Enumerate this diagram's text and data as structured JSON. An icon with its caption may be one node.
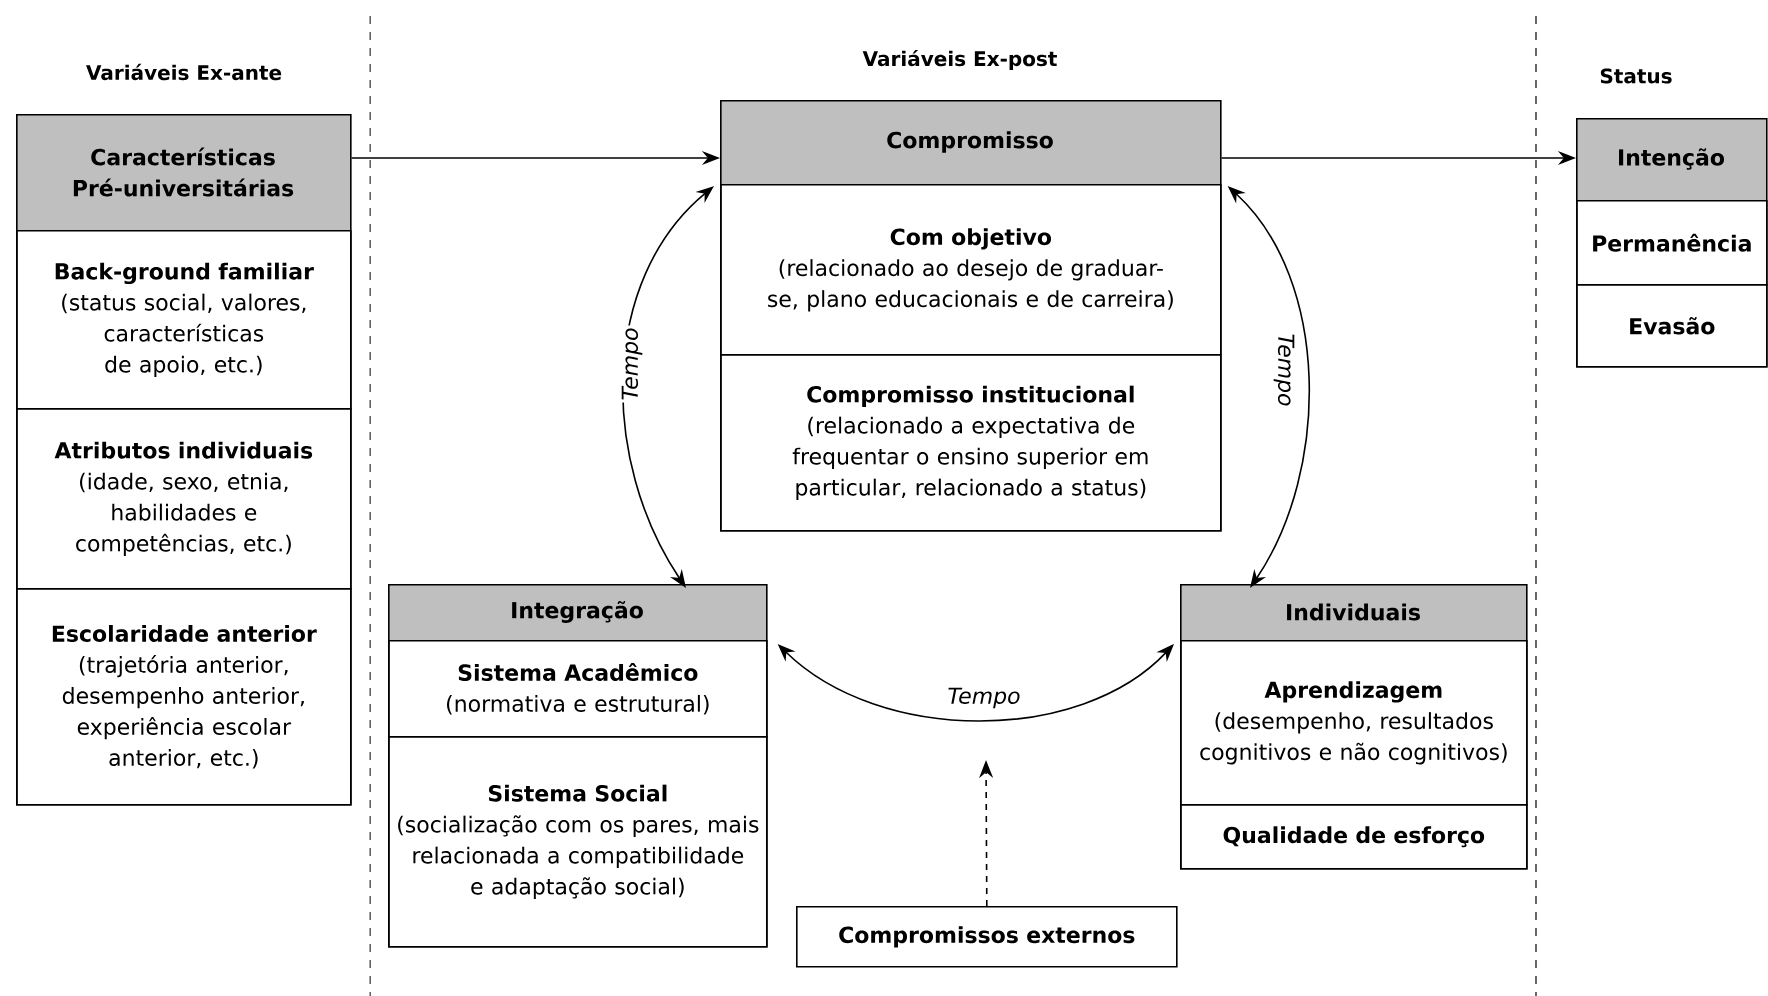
{
  "diagram": {
    "nodes": [
      {
        "text": [
          "Características Pré-universitárias"
        ]
      },
      {
        "text": [
          "Back-ground familiar",
          "(status social, valores, características de apoio, etc.)"
        ],
        "in": 0
      },
      {
        "text": [
          "Atributos individuais",
          "(idade, sexo, etnia, habilidades e competências, etc.)"
        ],
        "in": 0
      },
      {
        "text": [
          "Escolaridade anterior",
          "(trajetória anterior, desempenho anterior, experiência escolar anterior, etc.)"
        ],
        "in": 0
      },
      {
        "text": [
          "Compromisso"
        ]
      },
      {
        "text": [
          "Com objetivo",
          "(relacionado ao desejo de graduar-se, plano educacionais e de carreira)"
        ],
        "in": 4
      },
      {
        "text": [
          "Compromisso institucional",
          "(relacionado a expectativa de frequentar o ensino superior em particular, relacionado a status)"
        ],
        "in": 4
      },
      {
        "text": [
          "Intenção"
        ]
      },
      {
        "text": [
          "Permanência"
        ],
        "in": 7
      },
      {
        "text": [
          "Evasão"
        ],
        "in": 7
      },
      {
        "text": [
          "Integração"
        ]
      },
      {
        "text": [
          "Sistema Acadêmico",
          "(normativa e estrutural)"
        ],
        "in": 10
      },
      {
        "text": [
          "Sistema Social",
          "(socialização com os pares, mais relacionada a compatibilidade e adaptação social)"
        ],
        "in": 10
      },
      {
        "text": [
          "Individuais"
        ]
      },
      {
        "text": [
          "Aprendizagem",
          "(desempenho, resultados cognitivos e não cognitivos)"
        ],
        "in": 13
      },
      {
        "text": [
          "Qualidade de esforço"
        ],
        "in": 13
      },
      {
        "text": [
          "Compromissos externos"
        ]
      }
    ],
    "edges": [
      {
        "from": 0,
        "to": 4,
        "arrow": "to"
      },
      {
        "from": 4,
        "to": 7,
        "arrow": "to"
      },
      {
        "from": 4,
        "to": 10,
        "arrow": "both",
        "label": "Tempo"
      },
      {
        "from": 4,
        "to": 13,
        "arrow": "both",
        "label": "Tempo"
      },
      {
        "from": 10,
        "to": 13,
        "arrow": "both",
        "label": "Tempo"
      },
      {
        "from": 16,
        "to": null,
        "arrow": "to",
        "style": "dashed"
      }
    ],
    "labels": [
      "Variáveis Ex-ante",
      "Variáveis Ex-post",
      "Status"
    ]
  }
}
